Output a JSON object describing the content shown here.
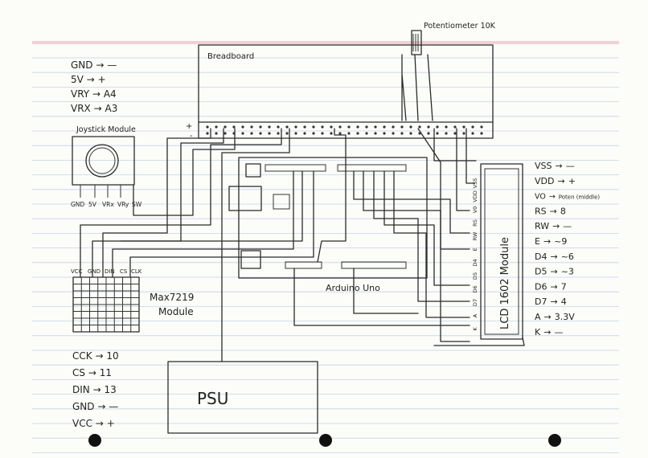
{
  "colors": {
    "paper": "#fcfcf9",
    "rule": "#c7d3e6",
    "margin": "#e2a7ac",
    "ink": "#2a2a2a"
  },
  "potentiometer": {
    "label": "Potentiometer 10K"
  },
  "breadboard": {
    "label": "Breadboard",
    "plus": "+",
    "minus": "-"
  },
  "joystick": {
    "label": "Joystick Module",
    "pins": [
      "GND",
      "5V",
      "VRx",
      "VRy",
      "SW"
    ],
    "mapping": [
      {
        "pin": "GND",
        "arrow": "→",
        "target": "—"
      },
      {
        "pin": "5V",
        "arrow": "→",
        "target": "+"
      },
      {
        "pin": "VRY",
        "arrow": "→",
        "target": "A4"
      },
      {
        "pin": "VRX",
        "arrow": "→",
        "target": "A3"
      }
    ]
  },
  "arduino": {
    "label": "Arduino Uno"
  },
  "max7219": {
    "label_line1": "Max7219",
    "label_line2": "Module",
    "pins": [
      "VCC",
      "GND",
      "DIN",
      "CS",
      "CLK"
    ],
    "mapping": [
      {
        "pin": "CCK",
        "arrow": "→",
        "target": "10"
      },
      {
        "pin": "CS",
        "arrow": "→",
        "target": "11"
      },
      {
        "pin": "DIN",
        "arrow": "→",
        "target": "13"
      },
      {
        "pin": "GND",
        "arrow": "→",
        "target": "—"
      },
      {
        "pin": "VCC",
        "arrow": "→",
        "target": "+"
      }
    ]
  },
  "lcd": {
    "label": "LCD 1602 Module",
    "pins": [
      "VSS",
      "VDD",
      "V0",
      "RS",
      "RW",
      "E",
      "D4",
      "D5",
      "D6",
      "D7",
      "A",
      "K"
    ],
    "mapping": [
      {
        "pin": "VSS",
        "arrow": "→",
        "target": "—"
      },
      {
        "pin": "VDD",
        "arrow": "→",
        "target": "+"
      },
      {
        "pin": "VO",
        "arrow": "→",
        "target": "Poten (middle)"
      },
      {
        "pin": "RS",
        "arrow": "→",
        "target": "8"
      },
      {
        "pin": "RW",
        "arrow": "→",
        "target": "—"
      },
      {
        "pin": "E",
        "arrow": "→",
        "target": "~9"
      },
      {
        "pin": "D4",
        "arrow": "→",
        "target": "~6"
      },
      {
        "pin": "D5",
        "arrow": "→",
        "target": "~3"
      },
      {
        "pin": "D6",
        "arrow": "→",
        "target": "7"
      },
      {
        "pin": "D7",
        "arrow": "→",
        "target": "4"
      },
      {
        "pin": "A",
        "arrow": "→",
        "target": "3.3V"
      },
      {
        "pin": "K",
        "arrow": "→",
        "target": "—"
      }
    ]
  },
  "psu": {
    "label": "PSU"
  }
}
